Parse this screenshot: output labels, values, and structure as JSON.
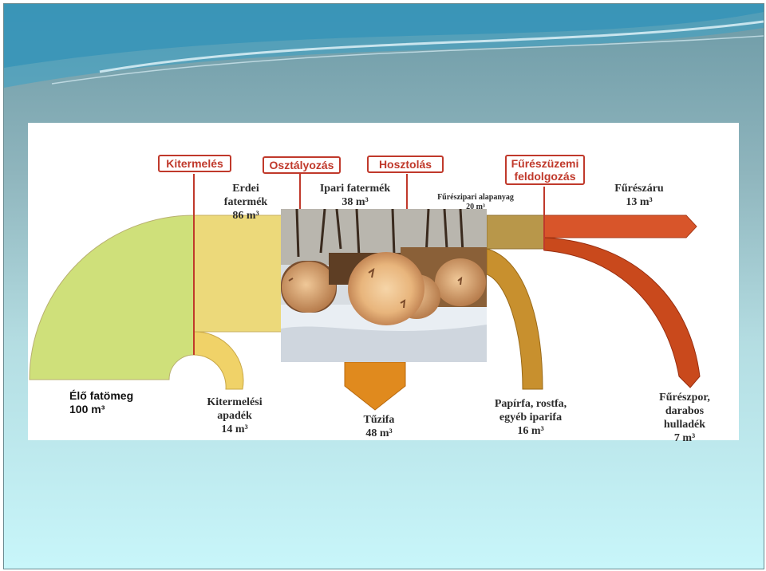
{
  "stages": [
    "Kitermelés",
    "Osztályozás",
    "Hosztolás",
    "Fűrészüzemi",
    "feldolgozás"
  ],
  "flows": {
    "erdei": [
      "Erdei",
      "fatermék",
      "86 m³"
    ],
    "ipari": [
      "Ipari fatermék",
      "38 m³"
    ],
    "fureszipari": [
      "Fűrészipari alapanyag",
      "20 m³"
    ],
    "fureszaru": [
      "Fűrészáru",
      "13 m³"
    ],
    "elo": [
      "Élő fatömeg",
      "100 m³"
    ],
    "apadek": [
      "Kitermelési",
      "apadék",
      "14 m³"
    ],
    "tuzifa": [
      "Tűzifa",
      "48 m³"
    ],
    "papirfa": [
      "Papírfa, rostfa,",
      "egyéb iparifa",
      "16 m³"
    ],
    "furesz_hulladek": [
      "Fűrészpor,",
      "darabos",
      "hulladék",
      "7 m³"
    ]
  },
  "colors": {
    "live_wood": "#cfe07a",
    "forest_product": "#ecd97a",
    "residue": "#f0d268",
    "firewood": "#e08a1e",
    "paper_wood": "#c8902e",
    "saw_material": "#b8974a",
    "sawn_timber": "#d8552a",
    "sawdust": "#c9491c",
    "stage_red": "#c0392b"
  },
  "image": "log-pile-photo"
}
